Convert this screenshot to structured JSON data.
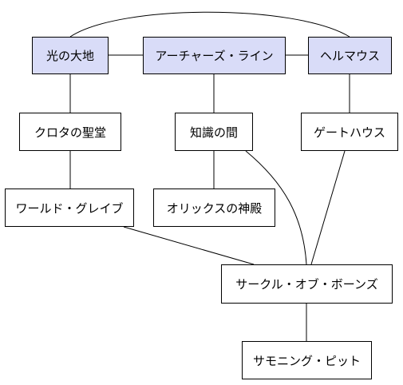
{
  "nodes": {
    "hikari": {
      "label": "光の大地",
      "highlight": true
    },
    "archers": {
      "label": "アーチャーズ・ライン",
      "highlight": true
    },
    "helmous": {
      "label": "ヘルマウス",
      "highlight": true
    },
    "kurota": {
      "label": "クロタの聖堂",
      "highlight": false
    },
    "chishiki": {
      "label": "知識の間",
      "highlight": false
    },
    "gate": {
      "label": "ゲートハウス",
      "highlight": false
    },
    "world": {
      "label": "ワールド・グレイブ",
      "highlight": false
    },
    "orix": {
      "label": "オリックスの神殿",
      "highlight": false
    },
    "circle": {
      "label": "サークル・オブ・ボーンズ",
      "highlight": false
    },
    "summon": {
      "label": "サモニング・ピット",
      "highlight": false
    }
  },
  "colors": {
    "highlight_fill": "#d9dcf8",
    "node_fill": "#ffffff",
    "stroke": "#000000"
  }
}
